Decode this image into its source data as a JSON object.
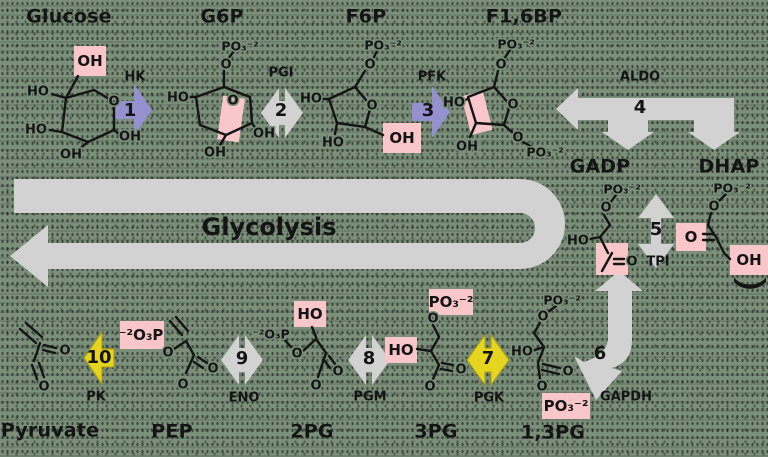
{
  "banner": {
    "label": "Glycolysis"
  },
  "metabolites": {
    "glucose": "Glucose",
    "g6p": "G6P",
    "f6p": "F6P",
    "f16bp": "F1,6BP",
    "gadp": "GADP",
    "dhap": "DHAP",
    "bpg13": "1,3PG",
    "pg3": "3PG",
    "pg2": "2PG",
    "pep": "PEP",
    "pyruvate": "Pyruvate"
  },
  "steps": [
    {
      "number": "1",
      "enzyme": "HK"
    },
    {
      "number": "2",
      "enzyme": "PGI"
    },
    {
      "number": "3",
      "enzyme": "PFK"
    },
    {
      "number": "4",
      "enzyme": "ALDO"
    },
    {
      "number": "5",
      "enzyme": "TPI"
    },
    {
      "number": "6",
      "enzyme": "GAPDH"
    },
    {
      "number": "7",
      "enzyme": "PGK"
    },
    {
      "number": "8",
      "enzyme": "PGM"
    },
    {
      "number": "9",
      "enzyme": "ENO"
    },
    {
      "number": "10",
      "enzyme": "PK"
    }
  ],
  "atoms": {
    "o": "O",
    "oh": "OH",
    "ho": "HO",
    "po3": "PO₃⁻²",
    "o3p": "⁻²O₃P"
  },
  "colors": {
    "background": "#7b8f7b",
    "arrow_gray": "#d2d2d2",
    "arrow_purple": "#9590ce",
    "arrow_yellow": "#e6d51f",
    "highlight_pink": "#f9c6ca",
    "text": "#141414"
  }
}
